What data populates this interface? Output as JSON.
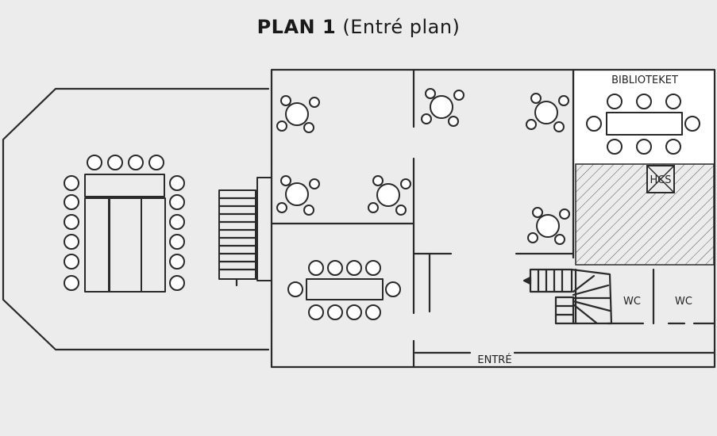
{
  "title": {
    "bold": "PLAN 1",
    "sub": "(Entré plan)"
  },
  "labels": {
    "library": "BIBLIOTEKET",
    "hcs": "HCS",
    "wc1": "WC",
    "wc2": "WC",
    "entrance": "ENTRÉ"
  },
  "colors": {
    "background": "#ececec",
    "line": "#2a2a2a",
    "room": "#ffffff"
  }
}
